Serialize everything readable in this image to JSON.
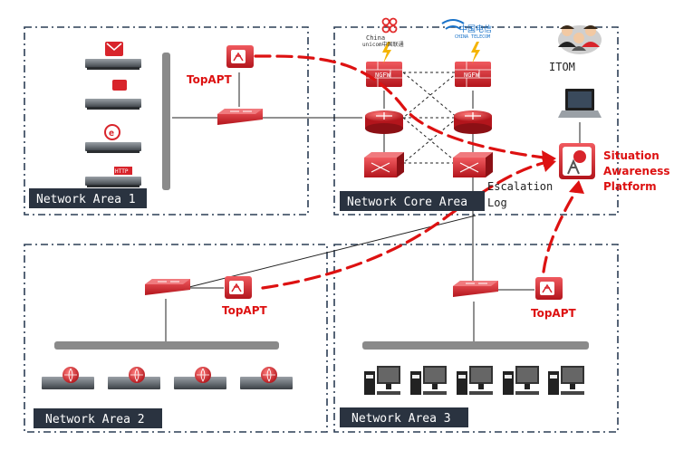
{
  "areas": {
    "area1": "Network Area 1",
    "core": "Network Core Area",
    "area2": "Network Area 2",
    "area3": "Network Area 3"
  },
  "topapt": {
    "top": "TopAPT",
    "area2": "TopAPT",
    "area3": "TopAPT"
  },
  "labels": {
    "itom": "ITOM",
    "escalation_line1": "Escalation",
    "escalation_line2": "Log",
    "situation_line1": "Situation",
    "situation_line2": "Awareness",
    "situation_line3": "Platform",
    "ngfw": "NGFW"
  },
  "carriers": {
    "unicom_line1": "China",
    "unicom_line2": "unicom中国联通",
    "telecom_line1": "中国电信",
    "telecom_line2": "CHINA TELECOM"
  },
  "colors": {
    "border_dash": "#2c3e55",
    "accent_red": "#dd1111",
    "device_red": "#d8242b",
    "label_bg": "#2a3340"
  }
}
